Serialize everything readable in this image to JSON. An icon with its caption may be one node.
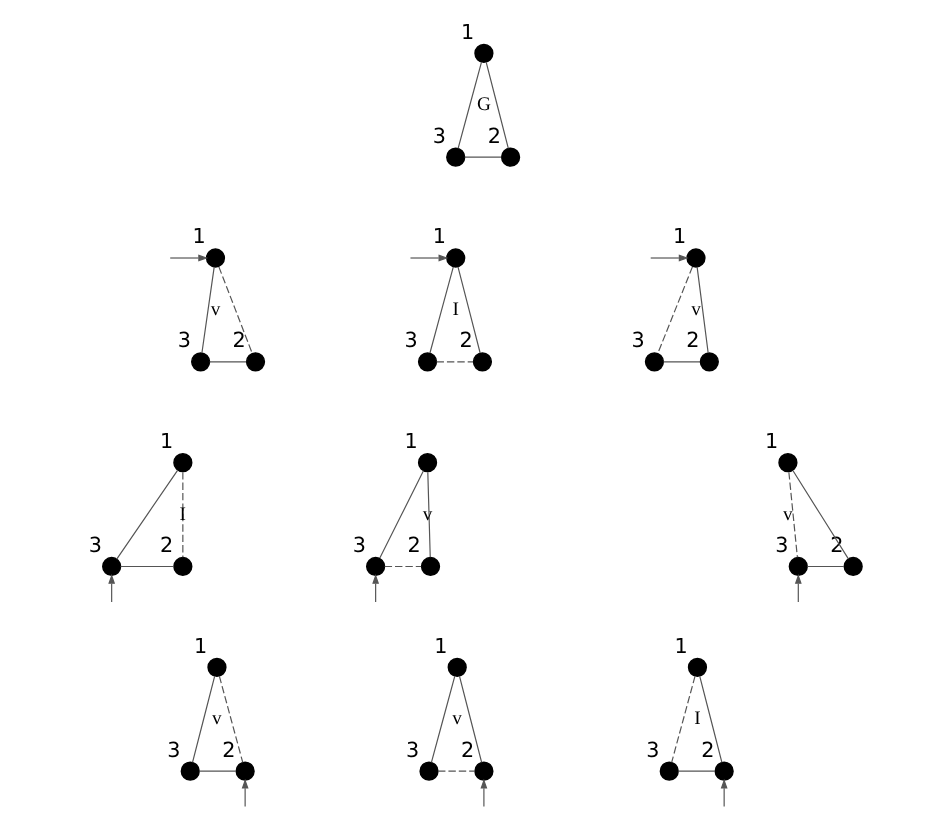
{
  "diagram": {
    "nodes": [
      {
        "text": [],
        "shape": "circle",
        "beside": [
          "1"
        ]
      },
      {
        "text": [],
        "shape": "circle",
        "beside": [
          "3"
        ]
      },
      {
        "text": [],
        "shape": "circle",
        "beside": [
          "2"
        ]
      },
      {
        "text": [],
        "shape": "circle",
        "beside": [
          "1"
        ]
      },
      {
        "text": [],
        "shape": "circle",
        "beside": [
          "3"
        ]
      },
      {
        "text": [],
        "shape": "circle",
        "beside": [
          "2"
        ]
      },
      {
        "text": [],
        "shape": "circle",
        "beside": [
          "1"
        ]
      },
      {
        "text": [],
        "shape": "circle",
        "beside": [
          "3"
        ]
      },
      {
        "text": [],
        "shape": "circle",
        "beside": [
          "2"
        ]
      },
      {
        "text": [],
        "shape": "circle",
        "beside": [
          "1"
        ]
      },
      {
        "text": [],
        "shape": "circle",
        "beside": [
          "3"
        ]
      },
      {
        "text": [],
        "shape": "circle",
        "beside": [
          "2"
        ]
      },
      {
        "text": [],
        "shape": "circle",
        "beside": [
          "1"
        ]
      },
      {
        "text": [],
        "shape": "circle",
        "beside": [
          "3"
        ]
      },
      {
        "text": [],
        "shape": "circle",
        "beside": [
          "2"
        ]
      },
      {
        "text": [],
        "shape": "circle",
        "beside": [
          "1"
        ]
      },
      {
        "text": [],
        "shape": "circle",
        "beside": [
          "3"
        ]
      },
      {
        "text": [],
        "shape": "circle",
        "beside": [
          "2"
        ]
      },
      {
        "text": [],
        "shape": "circle",
        "beside": [
          "1"
        ]
      },
      {
        "text": [],
        "shape": "circle",
        "beside": [
          "3"
        ]
      },
      {
        "text": [],
        "shape": "circle",
        "beside": [
          "2"
        ]
      },
      {
        "text": [],
        "shape": "circle",
        "beside": [
          "1"
        ]
      },
      {
        "text": [],
        "shape": "circle",
        "beside": [
          "3"
        ]
      },
      {
        "text": [],
        "shape": "circle",
        "beside": [
          "2"
        ]
      },
      {
        "text": [],
        "shape": "circle",
        "beside": [
          "1"
        ]
      },
      {
        "text": [],
        "shape": "circle",
        "beside": [
          "3"
        ]
      },
      {
        "text": [],
        "shape": "circle",
        "beside": [
          "2"
        ]
      },
      {
        "text": [],
        "shape": "circle",
        "beside": [
          "1"
        ]
      },
      {
        "text": [],
        "shape": "circle",
        "beside": [
          "3"
        ]
      },
      {
        "text": [],
        "shape": "circle",
        "beside": [
          "2"
        ]
      }
    ],
    "edges": [
      {
        "from": 0,
        "to": 1,
        "arrow": "none"
      },
      {
        "from": 0,
        "to": 2,
        "arrow": "none"
      },
      {
        "from": 1,
        "to": 2,
        "arrow": "none"
      },
      {
        "from": 3,
        "to": 4,
        "arrow": "none"
      },
      {
        "from": 3,
        "to": 5,
        "arrow": "none",
        "style": "dashed"
      },
      {
        "from": 4,
        "to": 5,
        "arrow": "none"
      },
      {
        "from": null,
        "to": 3,
        "arrow": "to"
      },
      {
        "from": 6,
        "to": 7,
        "arrow": "none"
      },
      {
        "from": 6,
        "to": 8,
        "arrow": "none"
      },
      {
        "from": 7,
        "to": 8,
        "arrow": "none",
        "style": "dashed"
      },
      {
        "from": null,
        "to": 6,
        "arrow": "to"
      },
      {
        "from": 9,
        "to": 10,
        "arrow": "none",
        "style": "dashed"
      },
      {
        "from": 9,
        "to": 11,
        "arrow": "none"
      },
      {
        "from": 10,
        "to": 11,
        "arrow": "none"
      },
      {
        "from": null,
        "to": 9,
        "arrow": "to"
      },
      {
        "from": 12,
        "to": 13,
        "arrow": "none"
      },
      {
        "from": 12,
        "to": 14,
        "arrow": "none",
        "style": "dashed"
      },
      {
        "from": 13,
        "to": 14,
        "arrow": "none"
      },
      {
        "from": null,
        "to": 13,
        "arrow": "to"
      },
      {
        "from": 15,
        "to": 16,
        "arrow": "none"
      },
      {
        "from": 15,
        "to": 17,
        "arrow": "none"
      },
      {
        "from": 16,
        "to": 17,
        "arrow": "none",
        "style": "dashed"
      },
      {
        "from": null,
        "to": 16,
        "arrow": "to"
      },
      {
        "from": 18,
        "to": 19,
        "arrow": "none",
        "style": "dashed"
      },
      {
        "from": 18,
        "to": 20,
        "arrow": "none"
      },
      {
        "from": 19,
        "to": 20,
        "arrow": "none"
      },
      {
        "from": null,
        "to": 19,
        "arrow": "to"
      },
      {
        "from": 21,
        "to": 22,
        "arrow": "none"
      },
      {
        "from": 21,
        "to": 23,
        "arrow": "none",
        "style": "dashed"
      },
      {
        "from": 22,
        "to": 23,
        "arrow": "none"
      },
      {
        "from": null,
        "to": 23,
        "arrow": "to"
      },
      {
        "from": 24,
        "to": 25,
        "arrow": "none"
      },
      {
        "from": 24,
        "to": 26,
        "arrow": "none"
      },
      {
        "from": 25,
        "to": 26,
        "arrow": "none",
        "style": "dashed"
      },
      {
        "from": null,
        "to": 26,
        "arrow": "to"
      },
      {
        "from": 27,
        "to": 28,
        "arrow": "none",
        "style": "dashed"
      },
      {
        "from": 27,
        "to": 29,
        "arrow": "none"
      },
      {
        "from": 28,
        "to": 29,
        "arrow": "none"
      },
      {
        "from": null,
        "to": 29,
        "arrow": "to"
      }
    ],
    "labels": [
      "G",
      "v",
      "I",
      "v",
      "I",
      "v",
      "v",
      "v",
      "v",
      "I"
    ]
  }
}
